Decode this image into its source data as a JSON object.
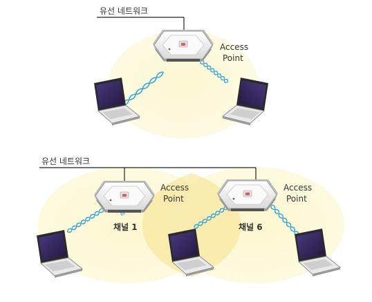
{
  "top": {
    "network_label": "유선 네트워크",
    "ap_label_line1": "Access",
    "ap_label_line2": "Point"
  },
  "bottom": {
    "network_label": "유선 네트워크",
    "ap1_label_line1": "Access",
    "ap1_label_line2": "Point",
    "ap1_channel": "채널 1",
    "ap2_label_line1": "Access",
    "ap2_label_line2": "Point",
    "ap2_channel": "채널 6"
  },
  "colors": {
    "coverage": "#fbf6c8",
    "coverage_overlap": "#f7e596",
    "signal": "#3aa7dd",
    "wire": "#222222",
    "device_body": "#f3f3f3",
    "laptop_screen": "#3b2a66"
  },
  "icons": {
    "access_point": "access-point-icon",
    "laptop": "laptop-icon",
    "wireless_link": "wireless-signal-icon"
  }
}
